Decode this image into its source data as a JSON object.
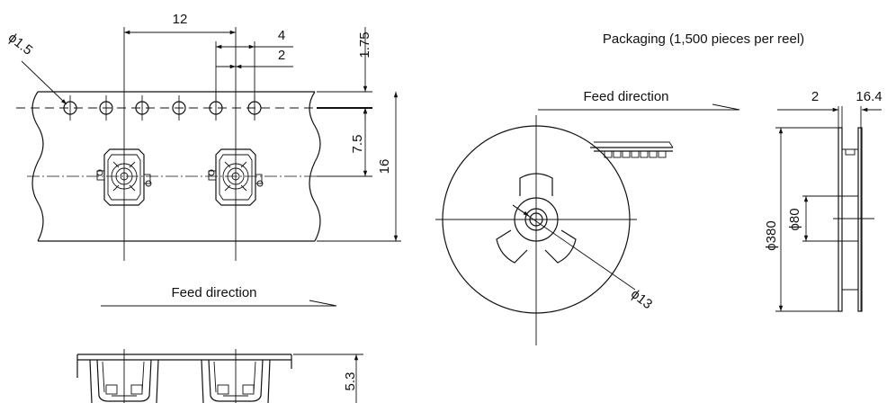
{
  "title": "Packaging (1,500 pieces per reel)",
  "feed_direction_top": "Feed direction",
  "feed_direction_bottom": "Feed direction",
  "dimensions": {
    "pitch_12": "12",
    "pitch_4": "4",
    "pitch_2": "2",
    "hole_dia": "ϕ1.5",
    "hole_offset": "1.75",
    "center_offset": "7.5",
    "tape_width": "16",
    "pocket_depth": "5.3",
    "reel_hub_dia": "ϕ13",
    "reel_width_2": "2",
    "reel_width_16_4": "16.4",
    "reel_dia": "ϕ380",
    "core_dia": "ϕ80"
  },
  "colors": {
    "line": "#111111",
    "background": "#ffffff"
  }
}
